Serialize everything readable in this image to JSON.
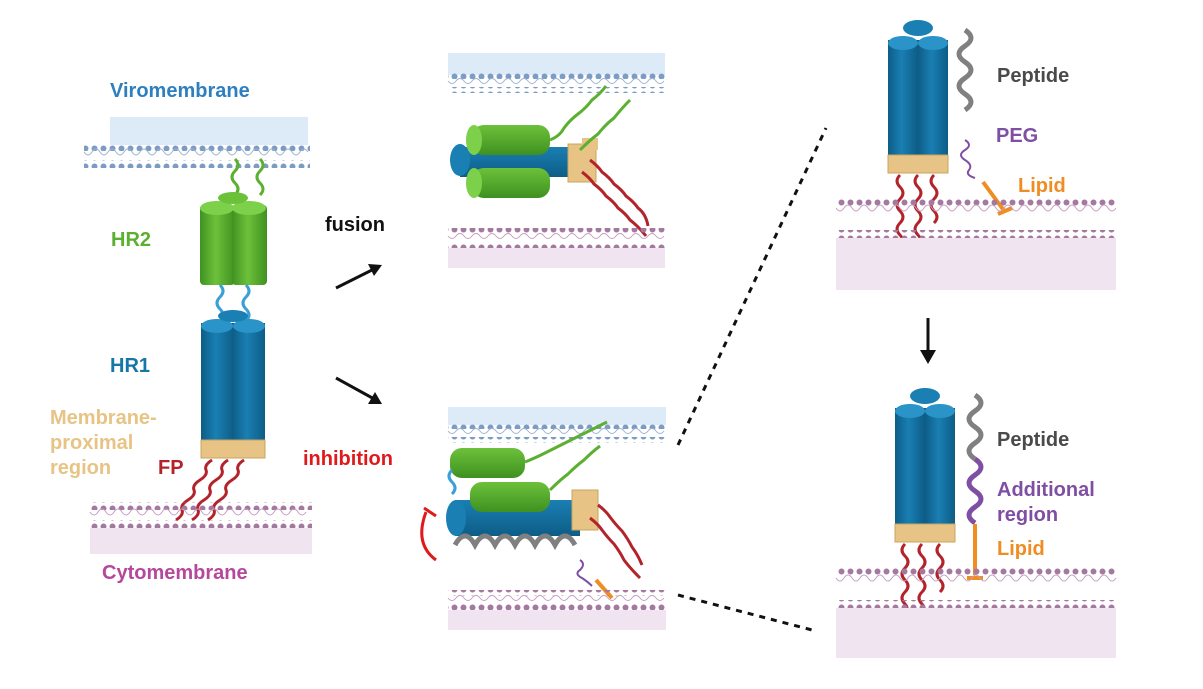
{
  "labels": {
    "viromembrane": "Viromembrane",
    "hr2": "HR2",
    "hr1": "HR1",
    "membrane_proximal_1": "Membrane-",
    "membrane_proximal_2": "proximal",
    "membrane_proximal_3": "region",
    "fp": "FP",
    "cytomembrane": "Cytomembrane",
    "fusion": "fusion",
    "inhibition": "inhibition",
    "peptide_top": "Peptide",
    "peg": "PEG",
    "lipid_top": "Lipid",
    "peptide_bottom": "Peptide",
    "additional_1": "Additional",
    "additional_2": "region",
    "lipid_bottom": "Lipid"
  },
  "colors": {
    "viro_blue_label": "#2e7fc0",
    "hr2_green": "#5cb031",
    "hr1_blue": "#1676a8",
    "proximal_tan": "#e7c485",
    "fp_red": "#b3242a",
    "cyto_magenta": "#b5479d",
    "inhibition_red": "#e01a1a",
    "peg_purple": "#7e4fa3",
    "lipid_orange": "#ef8d23",
    "peptide_gray": "#4a4a4a"
  }
}
